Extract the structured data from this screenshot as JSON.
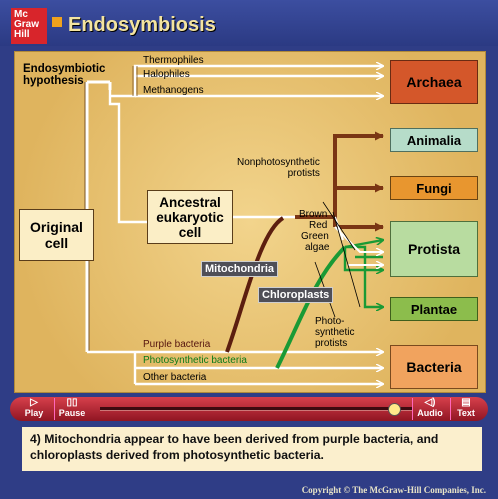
{
  "app": {
    "logo_lines": [
      "Mc",
      "Graw",
      "Hill"
    ],
    "title": "Endosymbiosis"
  },
  "diagram": {
    "hypothesis_label": [
      "Endosymbiotic",
      "hypothesis"
    ],
    "original_cell": [
      "Original",
      "cell"
    ],
    "ancestral_cell": [
      "Ancestral",
      "eukaryotic",
      "cell"
    ],
    "archaea_branches": [
      "Thermophiles",
      "Halophiles",
      "Methanogens"
    ],
    "nonphoto_label": [
      "Nonphotosynthetic",
      "protists"
    ],
    "algae_label": [
      "Brown",
      "Red",
      "Green",
      "algae"
    ],
    "photo_label": [
      "Photo-",
      "synthetic",
      "protists"
    ],
    "mitochondria_tag": "Mitochondria",
    "chloroplasts_tag": "Chloroplasts",
    "bacteria_branches": {
      "purple": "Purple bacteria",
      "photosynthetic": "Photosynthetic bacteria",
      "other": "Other bacteria"
    },
    "kingdoms": {
      "archaea": "Archaea",
      "animalia": "Animalia",
      "fungi": "Fungi",
      "protista": "Protista",
      "plantae": "Plantae",
      "bacteria": "Bacteria"
    },
    "colors": {
      "archaea": "#d4572a",
      "animalia": "#b6dcc9",
      "fungi": "#e8962f",
      "protista": "#b8dca0",
      "plantae": "#8cbd4c",
      "bacteria": "#f1a35e",
      "purple_line": "#5c1e0f",
      "green_line": "#1a9a35",
      "brown_line": "#7a3514"
    }
  },
  "controls": {
    "play_label": "Play",
    "pause_label": "Pause",
    "audio_label": "Audio",
    "text_label": "Text"
  },
  "caption": "4) Mitochondria appear to have been derived from purple bacteria, and chloroplasts derived from photosynthetic bacteria.",
  "copyright": "Copyright © The McGraw-Hill Companies, Inc."
}
